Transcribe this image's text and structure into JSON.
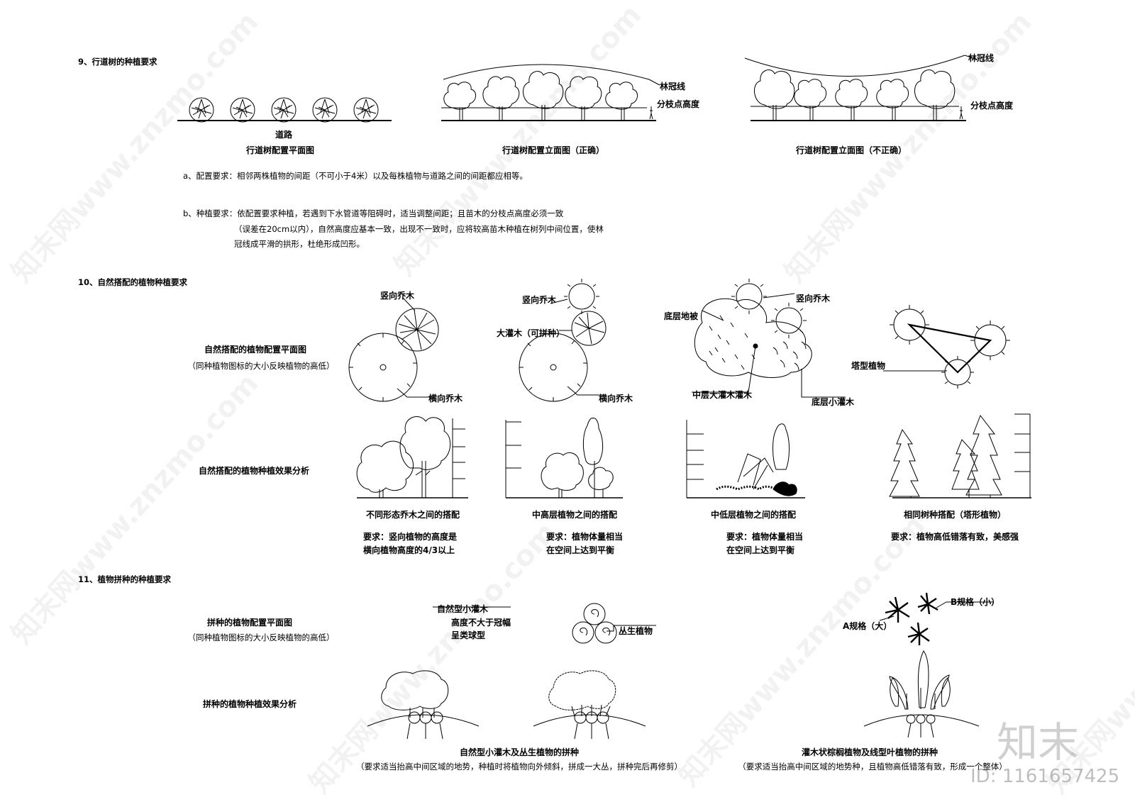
{
  "section9": {
    "heading": "9、行道树的种植要求",
    "road_label": "道路",
    "plan_caption": "行道树配置平面图",
    "elev_correct_caption": "行道树配置立面图（正确）",
    "elev_incorrect_caption": "行道树配置立面图（不正确）",
    "canopy_line": "林冠线",
    "branch_height": "分枝点高度",
    "req_a": "a、配置要求：相邻两株植物的间距（不可小于4米）以及每株植物与道路之间的间距都应相等。",
    "req_b_1": "b、种植要求：依配置要求种植，若遇到下水管道等阻碍时，适当调整间距；且苗木的分枝点高度必须一致",
    "req_b_2": "（误差在20cm以内），自然高度应基本一致，出现不一致时，应将较高苗木种植在树列中间位置，使林",
    "req_b_3": "冠线成平滑的拱形，杜绝形成凹形。"
  },
  "section10": {
    "heading": "10、自然搭配的植物种植要求",
    "plan_title_1": "自然搭配的植物配置平面图",
    "plan_title_2": "（同种植物图标的大小反映植物的高低）",
    "effect_title": "自然搭配的植物种植效果分析",
    "vertical_tree": "竖向乔木",
    "horizontal_tree": "横向乔木",
    "big_shrub": "大灌木（可拼种）",
    "ground_cover": "底层地被",
    "mid_shrub": "中层大灌木灌木",
    "low_shrub": "底层小灌木",
    "tower_plant": "塔型植物",
    "cap1": "不同形态乔木之间的搭配",
    "cap2": "中高层植物之间的搭配",
    "cap3": "中低层植物之间的搭配",
    "cap4": "相同树种搭配（塔形植物）",
    "req1_1": "要求：竖向植物的高度是",
    "req1_2": "横向植物高度的4/3以上",
    "req2_1": "要求：植物体量相当",
    "req2_2": "在空间上达到平衡",
    "req3_1": "要求：植物体量相当",
    "req3_2": "在空间上达到平衡",
    "req4": "要求：植物高低错落有致，美感强"
  },
  "section11": {
    "heading": "11、植物拼种的种植要求",
    "plan_title_1": "拼种的植物配置平面图",
    "plan_title_2": "（同种植物图标的大小反映植物的高低）",
    "effect_title": "拼种的植物种植效果分析",
    "natural_shrub": "自然型小灌木",
    "height_note_1": "高度不大于冠幅",
    "height_note_2": "呈类球型",
    "clump_plant": "丛生植物",
    "spec_b": "B规格（小）",
    "spec_a": "A规格（大）",
    "cap_left": "自然型小灌木及丛生植物的拼种",
    "cap_left_sub": "（要求适当抬高中间区域的地势，种植时将植物向外倾斜，拼成一大丛，拼种完后再修剪）",
    "cap_right": "灌木状棕榈植物及线型叶植物的拼种",
    "cap_right_sub": "（要求适当抬高中间区域的地势种，且植物高低错落有致，形成一个整体）"
  },
  "watermark": {
    "text": "知末网www.znzmo.com",
    "logo": "知末",
    "id": "ID: 1161657425"
  }
}
